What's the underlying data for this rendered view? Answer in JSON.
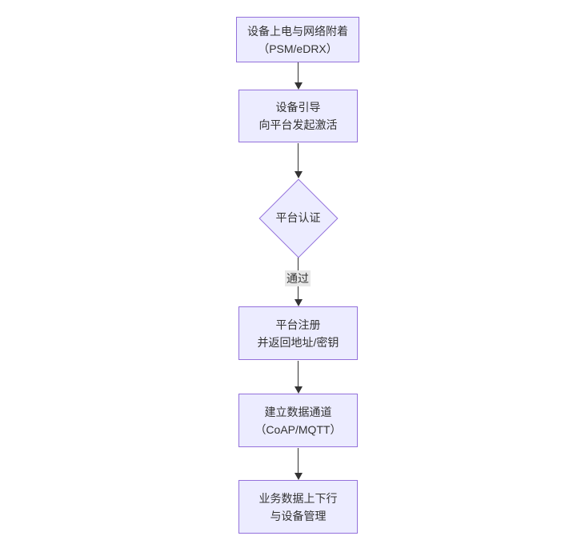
{
  "diagram": {
    "type": "flowchart",
    "direction": "top-down",
    "colors": {
      "background": "#ffffff",
      "node_fill": "#ECECFF",
      "node_border": "#9370DB",
      "edge_color": "#333333",
      "edge_label_bg": "#e8e8e8",
      "text_color": "#333333"
    },
    "nodes": [
      {
        "id": "power-attach",
        "shape": "rect",
        "lines": [
          "设备上电与网络附着",
          "（PSM/eDRX）"
        ]
      },
      {
        "id": "bootstrap",
        "shape": "rect",
        "lines": [
          "设备引导",
          "向平台发起激活"
        ]
      },
      {
        "id": "auth",
        "shape": "diamond",
        "lines": [
          "平台认证"
        ]
      },
      {
        "id": "register",
        "shape": "rect",
        "lines": [
          "平台注册",
          "并返回地址/密钥"
        ]
      },
      {
        "id": "channel",
        "shape": "rect",
        "lines": [
          "建立数据通道",
          "（CoAP/MQTT）"
        ]
      },
      {
        "id": "business",
        "shape": "rect",
        "lines": [
          "业务数据上下行",
          "与设备管理"
        ]
      }
    ],
    "edges": [
      {
        "from": "power-attach",
        "to": "bootstrap",
        "label": ""
      },
      {
        "from": "bootstrap",
        "to": "auth",
        "label": ""
      },
      {
        "from": "auth",
        "to": "register",
        "label": "通过"
      },
      {
        "from": "register",
        "to": "channel",
        "label": ""
      },
      {
        "from": "channel",
        "to": "business",
        "label": ""
      }
    ]
  }
}
